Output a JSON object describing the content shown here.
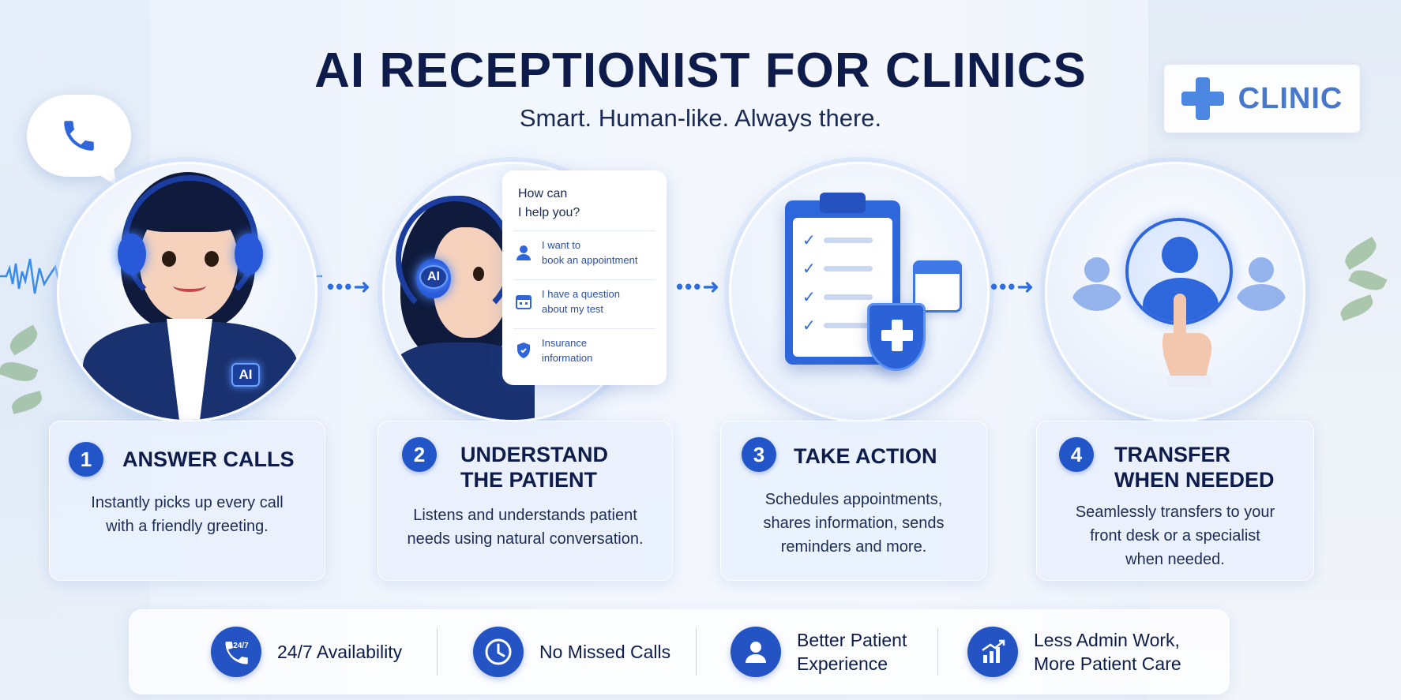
{
  "header": {
    "title": "AI RECEPTIONIST FOR CLINICS",
    "subtitle": "Smart. Human-like. Always there."
  },
  "sign": {
    "label": "CLINIC"
  },
  "step1": {
    "ai_badge": "AI"
  },
  "step2": {
    "ai_badge": "AI",
    "chat_question_line1": "How can",
    "chat_question_line2": "I help you?",
    "options": [
      {
        "line1": "I want to",
        "line2": "book an appointment",
        "icon": "person-icon"
      },
      {
        "line1": "I have a question",
        "line2": "about my test",
        "icon": "calendar-icon"
      },
      {
        "line1": "Insurance",
        "line2": "information",
        "icon": "shield-icon"
      }
    ]
  },
  "steps": [
    {
      "number": "1",
      "title_line1": "ANSWER CALLS",
      "title_line2": "",
      "desc_line1": "Instantly picks up every call",
      "desc_line2": "with a friendly greeting.",
      "desc_line3": ""
    },
    {
      "number": "2",
      "title_line1": "UNDERSTAND",
      "title_line2": "THE PATIENT",
      "desc_line1": "Listens and understands patient",
      "desc_line2": "needs using natural conversation.",
      "desc_line3": ""
    },
    {
      "number": "3",
      "title_line1": "TAKE ACTION",
      "title_line2": "",
      "desc_line1": "Schedules appointments,",
      "desc_line2": "shares information, sends",
      "desc_line3": "reminders and more."
    },
    {
      "number": "4",
      "title_line1": "TRANSFER",
      "title_line2": "WHEN NEEDED",
      "desc_line1": "Seamlessly transfers to your",
      "desc_line2": "front desk or a specialist",
      "desc_line3": "when needed."
    }
  ],
  "benefits": [
    {
      "icon": "phone-24-7-icon",
      "badge_text": "24/7",
      "line1": "24/7 Availability",
      "line2": ""
    },
    {
      "icon": "clock-icon",
      "line1": "No Missed Calls",
      "line2": ""
    },
    {
      "icon": "patient-icon",
      "line1": "Better Patient",
      "line2": "Experience"
    },
    {
      "icon": "growth-chart-icon",
      "line1": "Less Admin Work,",
      "line2": "More Patient Care"
    }
  ],
  "colors": {
    "primary": "#2255c8",
    "accent": "#2f66dc",
    "title": "#0d1c4a"
  }
}
